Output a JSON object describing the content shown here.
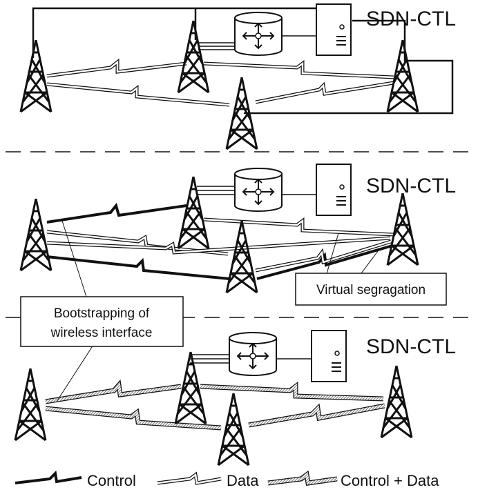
{
  "controller_label": "SDN-CTL",
  "annotations": {
    "virtual_segregation": "Virtual segragation",
    "bootstrapping_line1": "Bootstrapping of",
    "bootstrapping_line2": "wireless interface"
  },
  "legend": {
    "control": "Control",
    "data": "Data",
    "control_data": "Control + Data"
  },
  "colors": {
    "ink": "#111111",
    "background": "#ffffff",
    "hatch": "#9a9a9a"
  },
  "icons": [
    "cell-tower-icon",
    "router-icon",
    "server-icon",
    "control-link-bolt",
    "data-link-bolt",
    "control-data-link-bolt"
  ]
}
